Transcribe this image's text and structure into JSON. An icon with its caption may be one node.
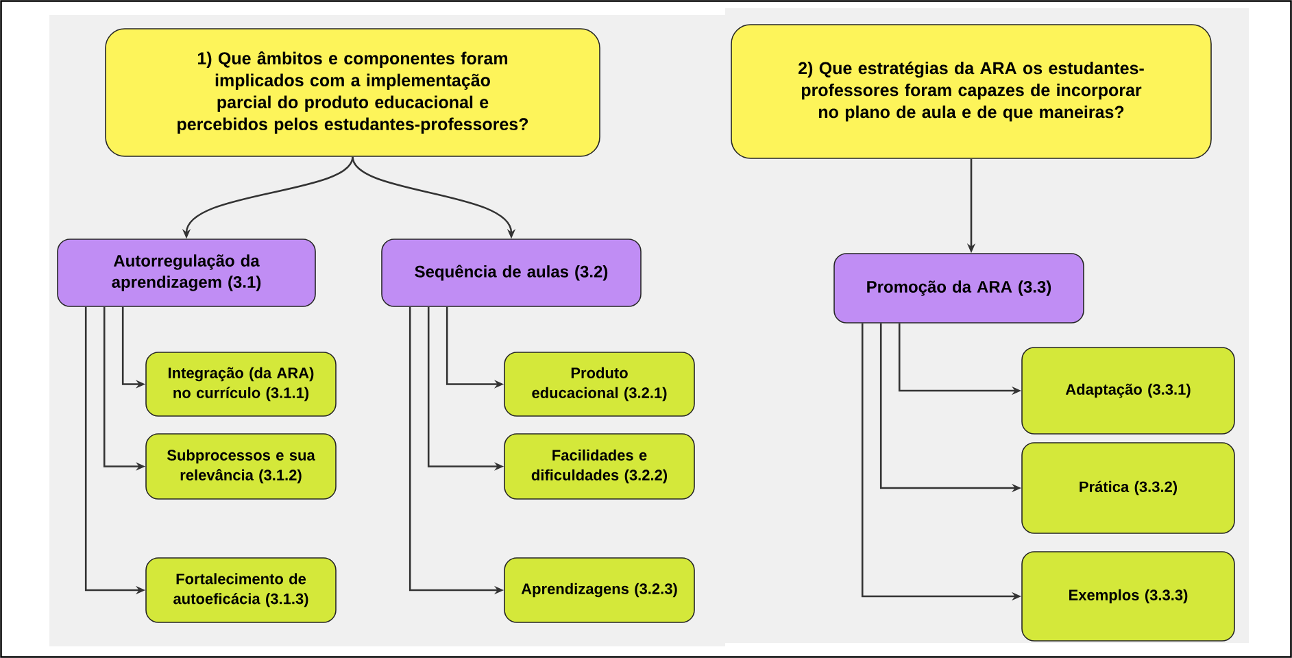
{
  "diagram": {
    "nodes": [
      {
        "text": [
          "1) Que âmbitos e componentes foram implicados com a implementação parcial do produto educacional e percebidos pelos estudantes-professores?"
        ]
      },
      {
        "text": [
          "2) Que estratégias da ARA os estudantes-professores foram capazes de incorporar no plano de aula e de que maneiras?"
        ]
      },
      {
        "text": [
          "Autorregulação da aprendizagem (3.1)"
        ]
      },
      {
        "text": [
          "Sequência de aulas (3.2)"
        ]
      },
      {
        "text": [
          "Promoção da ARA (3.3)"
        ]
      },
      {
        "text": [
          "Integração (da ARA) no currículo (3.1.1)"
        ]
      },
      {
        "text": [
          "Subprocessos e sua relevância (3.1.2)"
        ]
      },
      {
        "text": [
          "Fortalecimento de autoeficácia (3.1.3)"
        ]
      },
      {
        "text": [
          "Produto educacional (3.2.1)"
        ]
      },
      {
        "text": [
          "Facilidades e dificuldades (3.2.2)"
        ]
      },
      {
        "text": [
          "Aprendizagens (3.2.3)"
        ]
      },
      {
        "text": [
          "Adaptação (3.3.1)"
        ]
      },
      {
        "text": [
          "Prática (3.3.2)"
        ]
      },
      {
        "text": [
          "Exemplos (3.3.3)"
        ]
      }
    ],
    "edges": [
      {
        "from": 0,
        "to": 2,
        "arrow": "to"
      },
      {
        "from": 0,
        "to": 3,
        "arrow": "to"
      },
      {
        "from": 1,
        "to": 4,
        "arrow": "to"
      },
      {
        "from": 2,
        "to": 5,
        "arrow": "to"
      },
      {
        "from": 2,
        "to": 6,
        "arrow": "to"
      },
      {
        "from": 2,
        "to": 7,
        "arrow": "to"
      },
      {
        "from": 3,
        "to": 8,
        "arrow": "to"
      },
      {
        "from": 3,
        "to": 9,
        "arrow": "to"
      },
      {
        "from": 3,
        "to": 10,
        "arrow": "to"
      },
      {
        "from": 4,
        "to": 11,
        "arrow": "to"
      },
      {
        "from": 4,
        "to": 12,
        "arrow": "to"
      },
      {
        "from": 4,
        "to": 13,
        "arrow": "to"
      }
    ]
  }
}
